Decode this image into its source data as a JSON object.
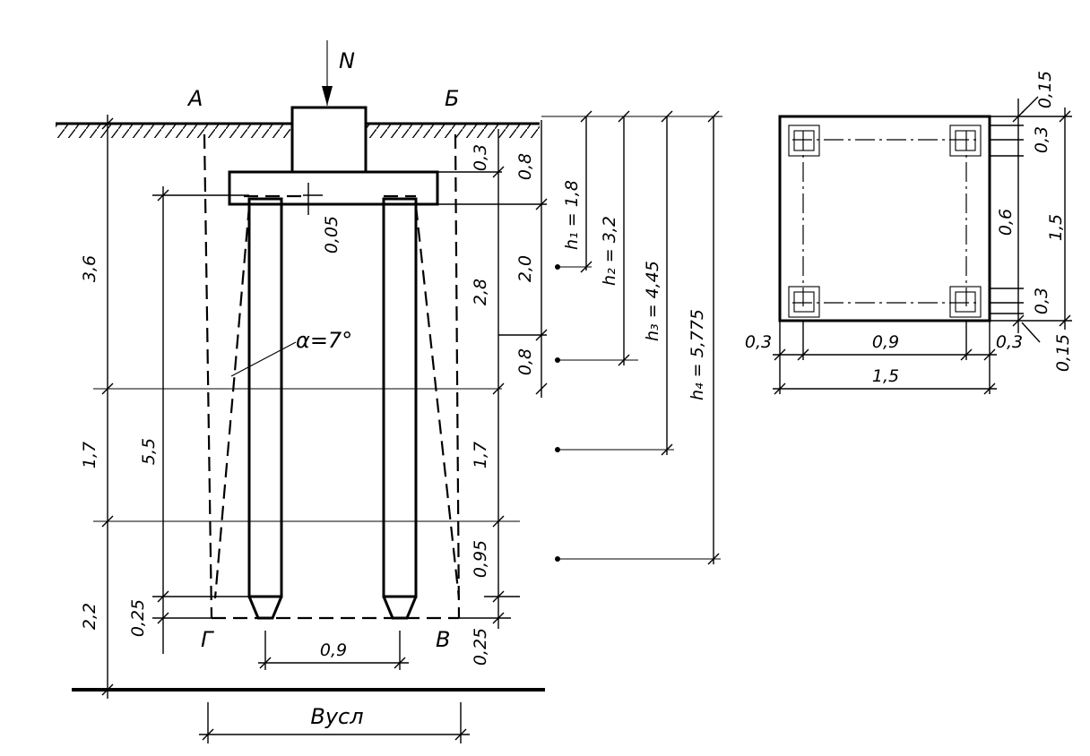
{
  "labels": {
    "load": "N",
    "point_a": "А",
    "point_b": "Б",
    "point_v": "В",
    "point_g": "Г",
    "angle": "α=7°",
    "b_usl": "Вусл"
  },
  "section_dims": {
    "left_outer": [
      "3,6",
      "1,7",
      "2,2"
    ],
    "left_inner": [
      "5,5",
      "0,25"
    ],
    "right_col1": [
      "0,3",
      "2,8",
      "1,7",
      "0,95",
      "0,25"
    ],
    "right_col2": [
      "0,8",
      "2,0",
      "0,8"
    ],
    "embed": "0,05",
    "pile_spacing": "0,9"
  },
  "depths": {
    "h1": "h₁ = 1,8",
    "h2": "h₂ = 3,2",
    "h3": "h₃ = 4,45",
    "h4": "h₄ = 5,775"
  },
  "plan_dims": {
    "right_col1": [
      "0,15",
      "0,3",
      "0,6",
      "0,3",
      "0,15"
    ],
    "right_total": "1,5",
    "bottom_row1": [
      "0,3",
      "0,9",
      "0,3"
    ],
    "bottom_total": "1,5"
  }
}
